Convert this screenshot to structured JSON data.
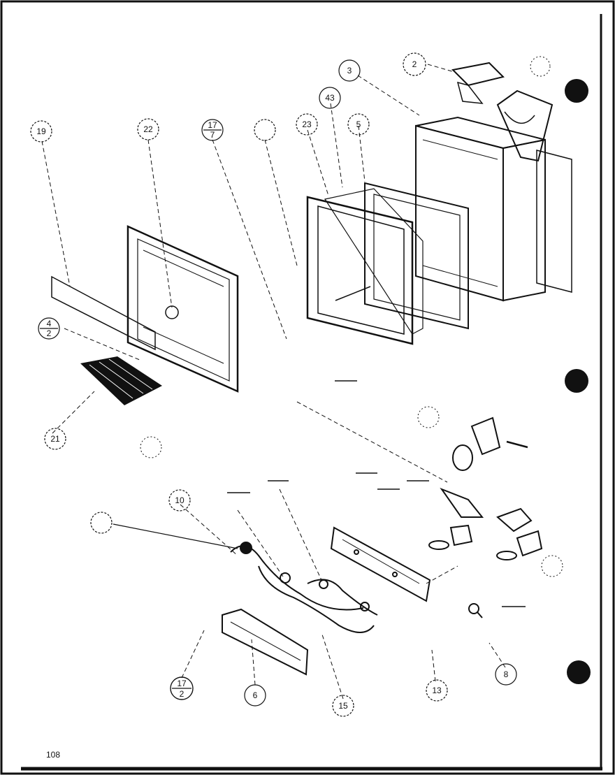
{
  "page_number": "108",
  "callouts": {
    "c2_top": "2",
    "c3": "3",
    "c43": "43",
    "c23": "23",
    "c5": "5",
    "c19": "19",
    "c22": "22",
    "c17_7_num": "17",
    "c17_7_den": "7",
    "c4_2_num": "4",
    "c4_2_den": "2",
    "c21": "21",
    "c10": "10",
    "c17_2_num": "17",
    "c17_2_den": "2",
    "c6": "6",
    "c15": "15",
    "c13": "13",
    "c8": "8"
  },
  "colors": {
    "ink": "#111111",
    "background": "#ffffff"
  }
}
